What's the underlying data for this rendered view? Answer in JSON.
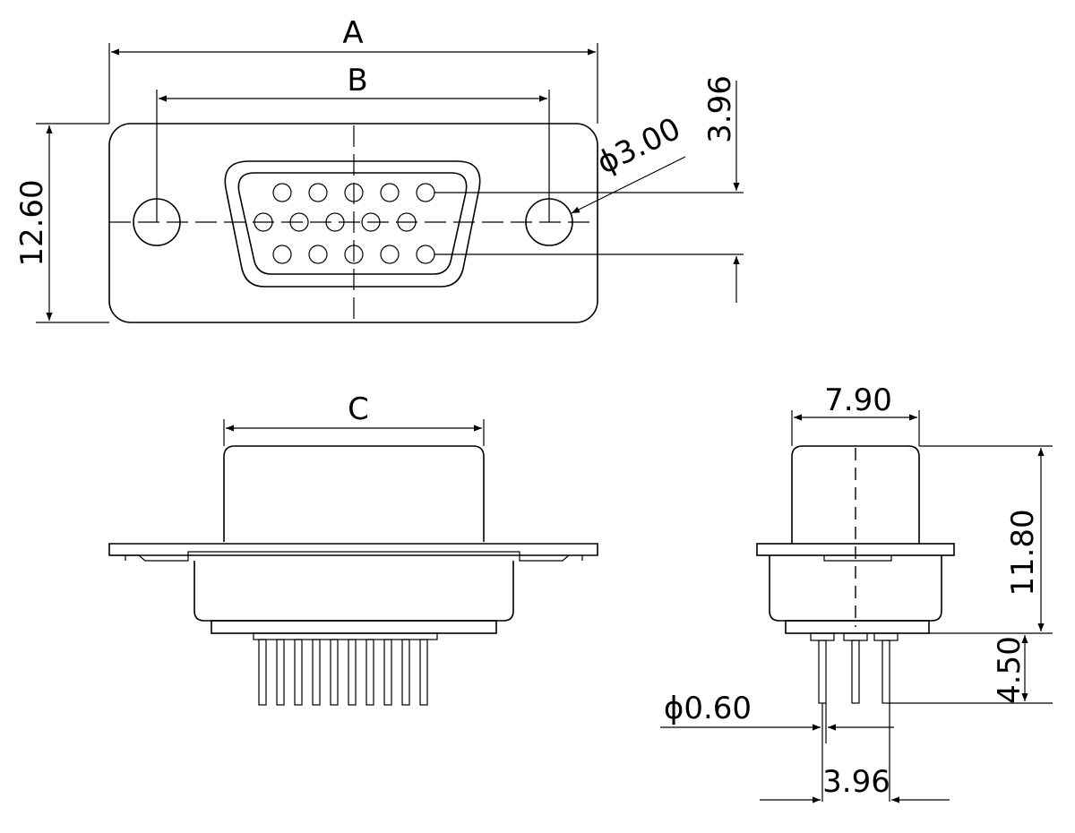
{
  "labels": {
    "dim_a": "A",
    "dim_b": "B",
    "dim_c": "C",
    "height_front": "12.60",
    "pin_row_offset": "3.96",
    "mount_hole_dia": "ϕ3.00",
    "shell_width_side": "7.90",
    "overall_height_side": "11.80",
    "pin_length": "4.50",
    "pin_dia": "ϕ0.60",
    "pin_pitch": "3.96"
  }
}
